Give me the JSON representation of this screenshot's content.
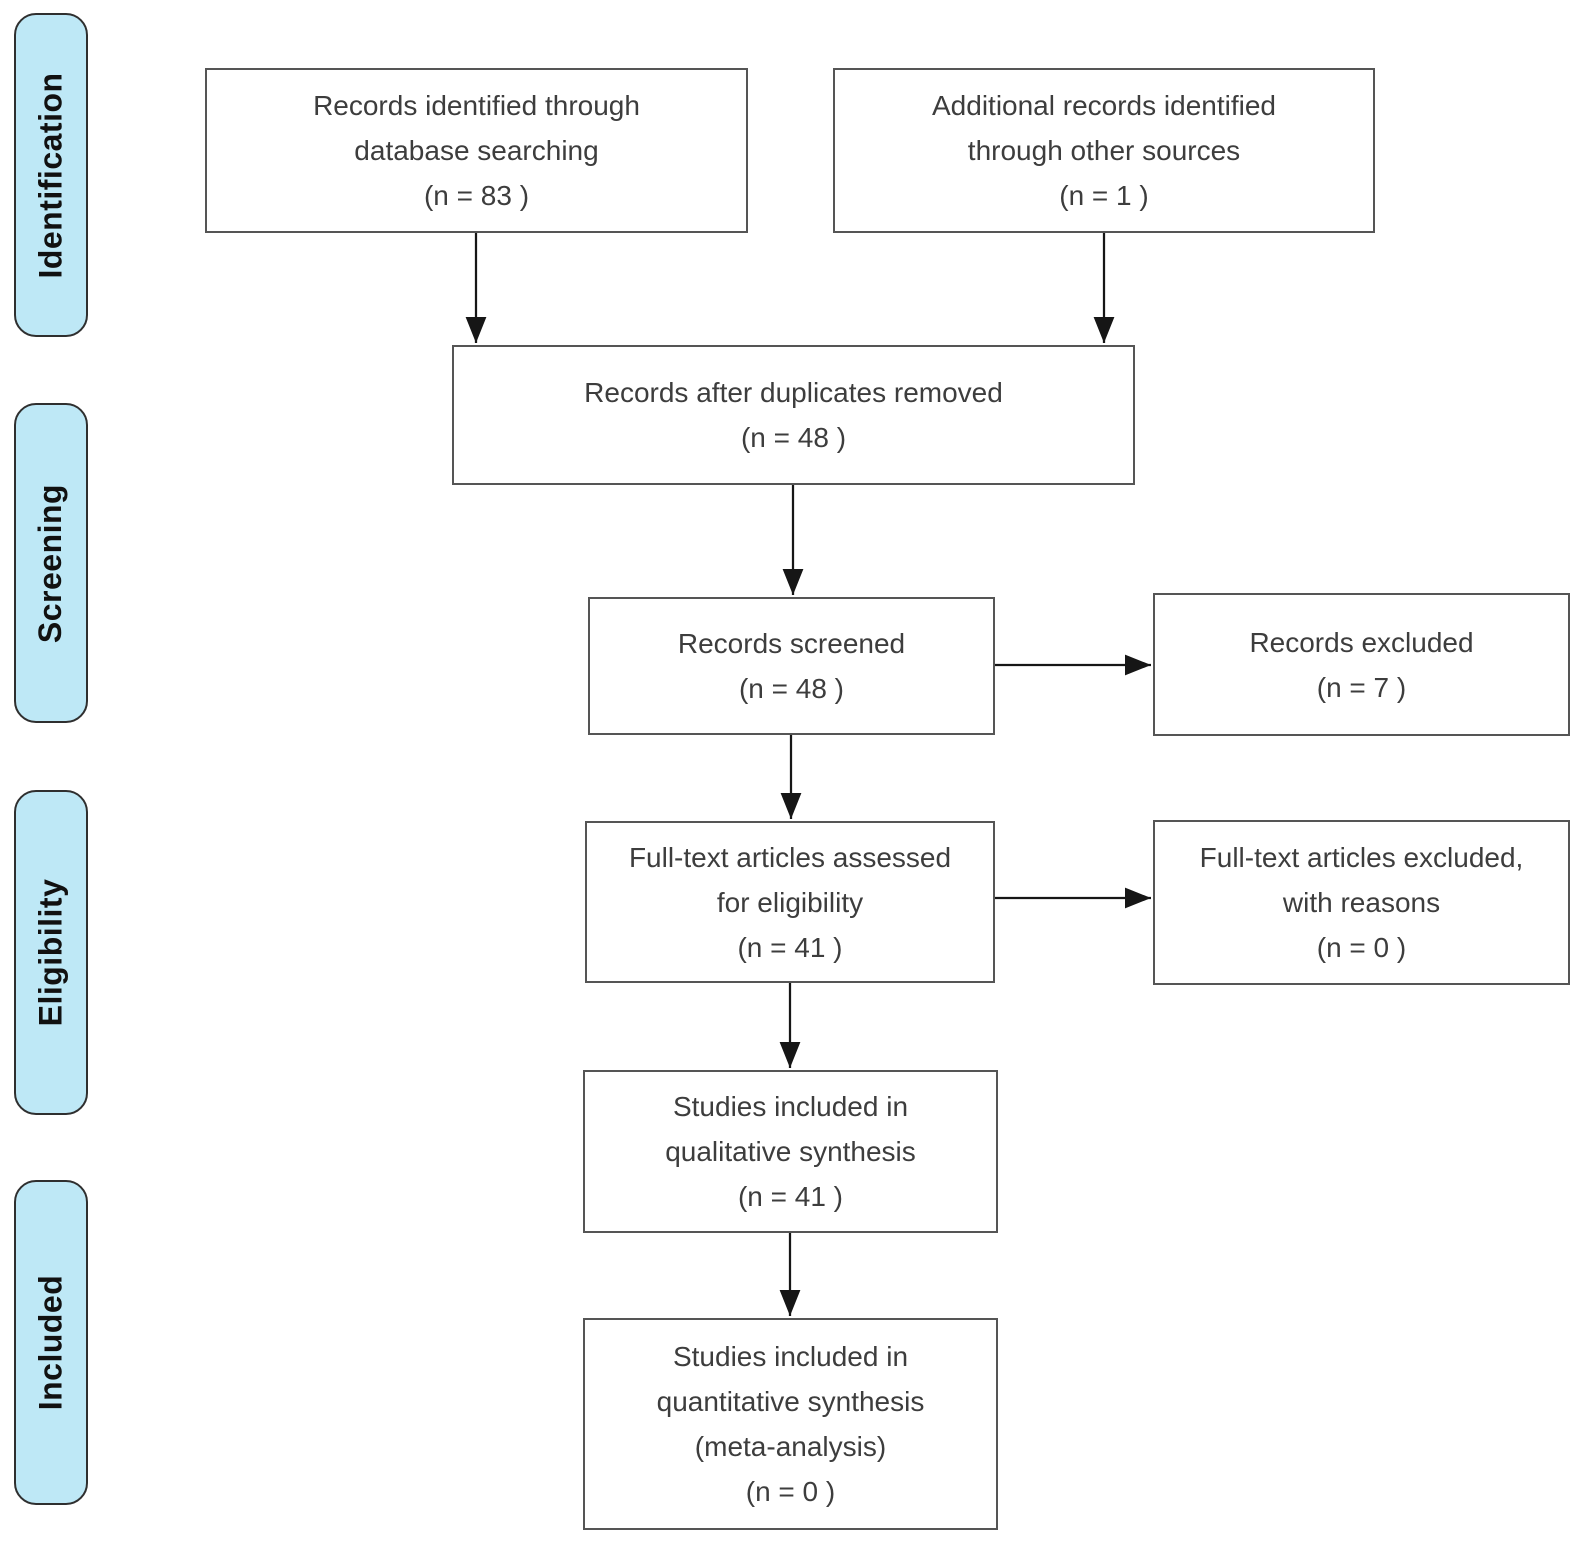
{
  "palette": {
    "background": "#FFFFFF",
    "stage_fill": "#BEE8F6",
    "stage_border": "#2F2F2F",
    "stage_text": "#111111",
    "box_fill": "#FFFFFF",
    "box_border": "#555555",
    "box_text": "#3D3D3D",
    "arrow": "#161616"
  },
  "stages": [
    {
      "label": "Identification"
    },
    {
      "label": "Screening"
    },
    {
      "label": "Eligibility"
    },
    {
      "label": "Included"
    }
  ],
  "boxes": {
    "records_identified": {
      "text": "Records identified through\ndatabase searching\n(n = 83 )"
    },
    "additional_records": {
      "text": "Additional records identified\nthrough other sources\n(n = 1 )"
    },
    "after_duplicates": {
      "text": "Records after duplicates removed\n(n = 48 )"
    },
    "records_screened": {
      "text": "Records screened\n(n = 48 )"
    },
    "records_excluded": {
      "text": "Records excluded\n(n = 7 )"
    },
    "fulltext_assessed": {
      "text": "Full-text articles assessed\nfor eligibility\n(n = 41 )"
    },
    "fulltext_excluded": {
      "text": "Full-text articles excluded,\nwith reasons\n(n = 0 )"
    },
    "qualitative_synthesis": {
      "text": "Studies included in\nqualitative synthesis\n(n = 41 )"
    },
    "quantitative_synthesis": {
      "text": "Studies included in\nquantitative synthesis\n(meta-analysis)\n(n = 0 )"
    }
  }
}
